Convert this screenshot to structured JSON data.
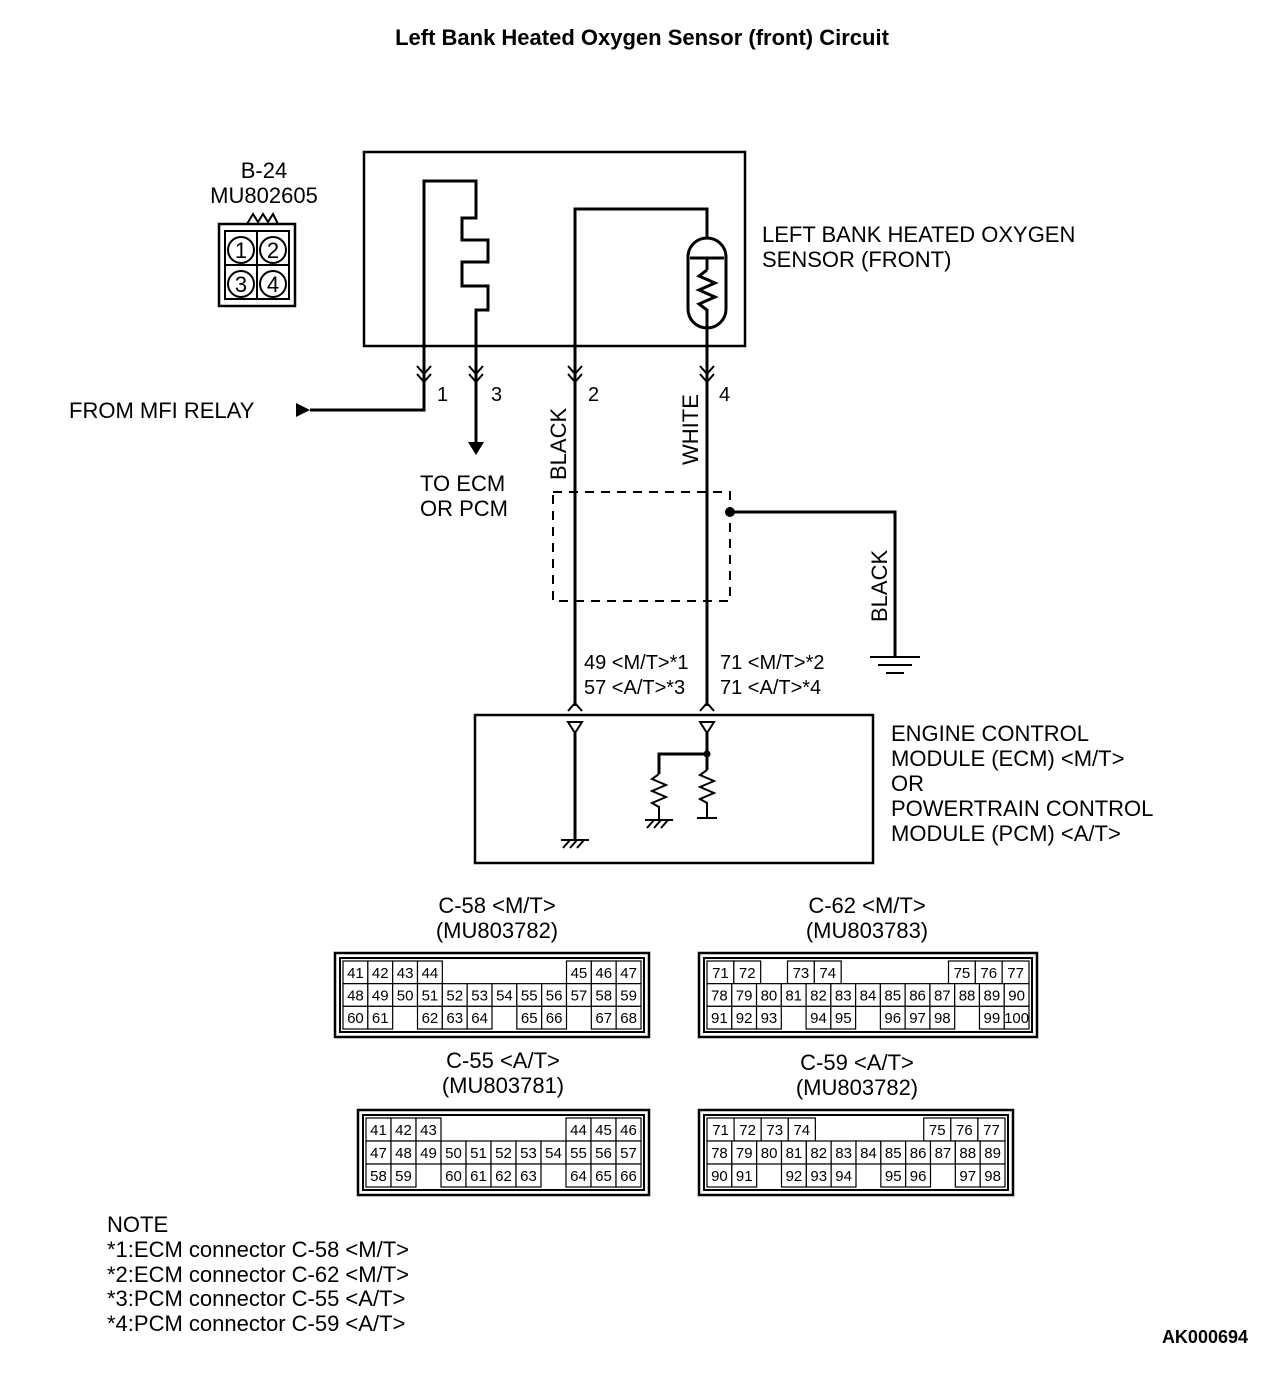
{
  "title": "Left Bank Heated Oxygen Sensor (front) Circuit",
  "sensor_connector": {
    "code": "B-24",
    "part": "MU802605",
    "pins": [
      "1",
      "2",
      "3",
      "4"
    ]
  },
  "sensor_label": [
    "LEFT BANK HEATED OXYGEN",
    "SENSOR (FRONT)"
  ],
  "from_relay": "FROM MFI RELAY",
  "to_ecm": [
    "TO ECM",
    "OR PCM"
  ],
  "pin_labels": {
    "p1": "1",
    "p3": "3",
    "p2": "2",
    "p4": "4"
  },
  "wire_colors": {
    "black": "BLACK",
    "white": "WHITE",
    "ground": "BLACK"
  },
  "ecm_pin_refs": {
    "left": [
      "49 <M/T>*1",
      "57 <A/T>*3"
    ],
    "right": [
      "71 <M/T>*2",
      "71 <A/T>*4"
    ]
  },
  "ecm_label": [
    "ENGINE CONTROL",
    "MODULE (ECM) <M/T>",
    "OR",
    "POWERTRAIN CONTROL",
    "MODULE (PCM) <A/T>"
  ],
  "connectors": [
    {
      "name": "C-58 <M/T>",
      "part": "(MU803782)",
      "rows": [
        [
          "41",
          "42",
          "43",
          "44",
          "",
          "",
          "",
          "",
          "",
          "45",
          "46",
          "47"
        ],
        [
          "48",
          "49",
          "50",
          "51",
          "52",
          "53",
          "54",
          "55",
          "56",
          "57",
          "58",
          "59"
        ],
        [
          "60",
          "61",
          "",
          "62",
          "63",
          "64",
          "",
          "65",
          "66",
          "",
          "67",
          "68"
        ]
      ]
    },
    {
      "name": "C-62 <M/T>",
      "part": "(MU803783)",
      "rows": [
        [
          "71",
          "72",
          "",
          "73",
          "74",
          "",
          "",
          "",
          "",
          "75",
          "76",
          "77"
        ],
        [
          "78",
          "79",
          "80",
          "81",
          "82",
          "83",
          "84",
          "85",
          "86",
          "87",
          "88",
          "89",
          "90"
        ],
        [
          "91",
          "92",
          "93",
          "",
          "94",
          "95",
          "",
          "96",
          "97",
          "98",
          "",
          "99",
          "100"
        ]
      ]
    },
    {
      "name": "C-55 <A/T>",
      "part": "(MU803781)",
      "rows": [
        [
          "41",
          "42",
          "43",
          "",
          "",
          "",
          "",
          "",
          "44",
          "45",
          "46"
        ],
        [
          "47",
          "48",
          "49",
          "50",
          "51",
          "52",
          "53",
          "54",
          "55",
          "56",
          "57"
        ],
        [
          "58",
          "59",
          "",
          "60",
          "61",
          "62",
          "63",
          "",
          "64",
          "65",
          "66"
        ]
      ]
    },
    {
      "name": "C-59 <A/T>",
      "part": "(MU803782)",
      "rows": [
        [
          "71",
          "72",
          "73",
          "74",
          "",
          "",
          "",
          "",
          "75",
          "76",
          "77"
        ],
        [
          "78",
          "79",
          "80",
          "81",
          "82",
          "83",
          "84",
          "85",
          "86",
          "87",
          "88",
          "89"
        ],
        [
          "90",
          "91",
          "",
          "92",
          "93",
          "94",
          "",
          "95",
          "96",
          "",
          "97",
          "98"
        ]
      ]
    }
  ],
  "note": {
    "heading": "NOTE",
    "lines": [
      "*1:ECM connector C-58 <M/T>",
      "*2:ECM connector C-62 <M/T>",
      "*3:PCM connector C-55 <A/T>",
      "*4:PCM connector C-59 <A/T>"
    ]
  },
  "ref_code": "AK000694"
}
